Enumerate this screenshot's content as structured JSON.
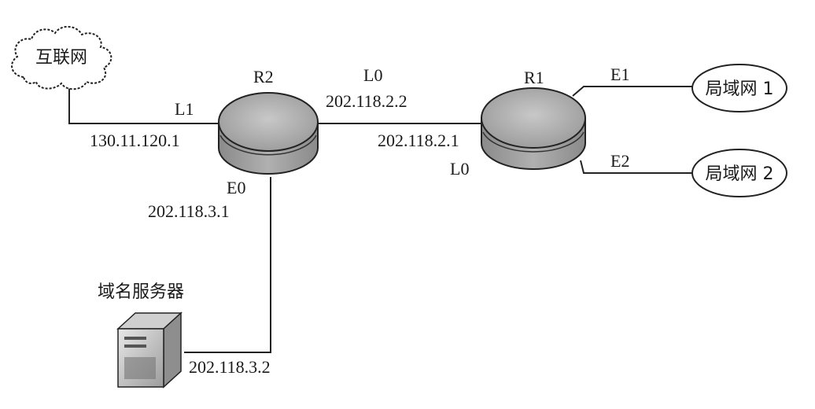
{
  "nodes": {
    "internet": {
      "label": "互联网"
    },
    "r2": {
      "label": "R2"
    },
    "r1": {
      "label": "R1"
    },
    "lan1": {
      "label": "局域网 1"
    },
    "lan2": {
      "label": "局域网 2"
    },
    "dns": {
      "label": "域名服务器"
    }
  },
  "interfaces": {
    "r2_l1": {
      "name": "L1",
      "ip": "130.11.120.1"
    },
    "r2_l0": {
      "name": "L0",
      "ip": "202.118.2.2"
    },
    "r2_e0": {
      "name": "E0",
      "ip": "202.118.3.1"
    },
    "r1_l0": {
      "name": "L0",
      "ip": "202.118.2.1"
    },
    "r1_e1": {
      "name": "E1"
    },
    "r1_e2": {
      "name": "E2"
    },
    "dns_ip": {
      "ip": "202.118.3.2"
    }
  },
  "colors": {
    "line": "#222222",
    "router_fill": "#a8a8a8",
    "router_top": "#bdbdbd"
  }
}
